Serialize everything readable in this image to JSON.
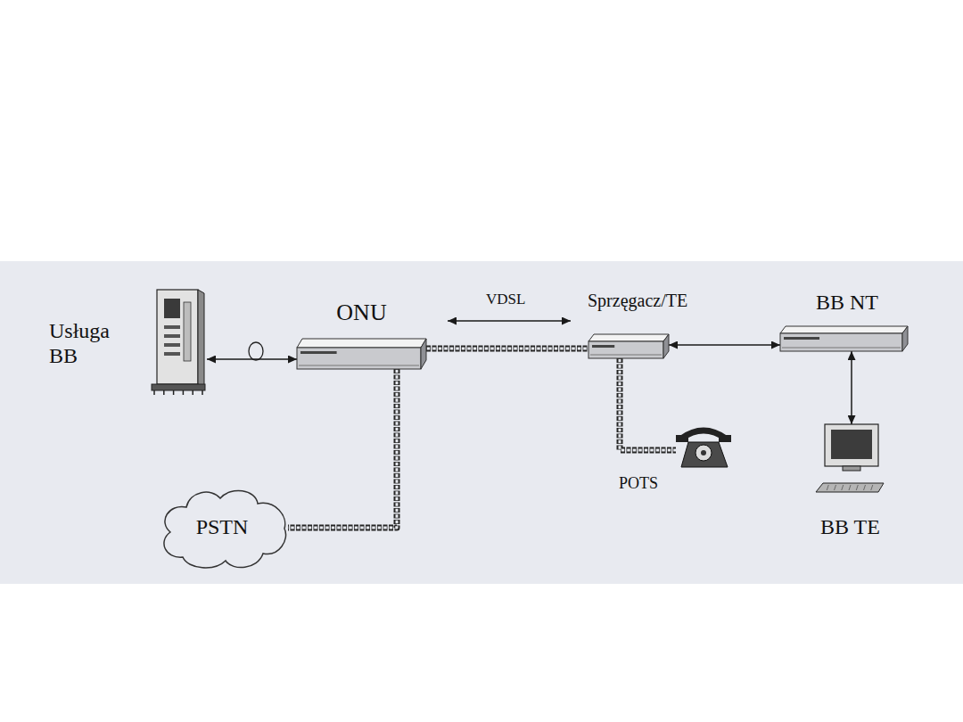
{
  "diagram": {
    "nodes": [
      {
        "text": [
          "Usługa BB"
        ]
      },
      {
        "text": [
          "ONU"
        ]
      },
      {
        "text": [
          "Sprzęgacz/TE"
        ]
      },
      {
        "text": [
          "BB NT"
        ]
      },
      {
        "text": [
          "PSTN"
        ]
      },
      {
        "text": [
          "POTS"
        ]
      },
      {
        "text": [
          "BB TE"
        ]
      }
    ],
    "edges": [
      {
        "from": 0,
        "to": 1,
        "arrow": "both"
      },
      {
        "from": 1,
        "to": 2,
        "label": "VDSL",
        "arrow": "none"
      },
      {
        "from": 2,
        "to": 3,
        "arrow": "both"
      },
      {
        "from": 3,
        "to": 6,
        "arrow": "both"
      },
      {
        "from": 1,
        "to": 4,
        "arrow": "none"
      },
      {
        "from": 2,
        "to": 5,
        "arrow": "none"
      }
    ]
  }
}
